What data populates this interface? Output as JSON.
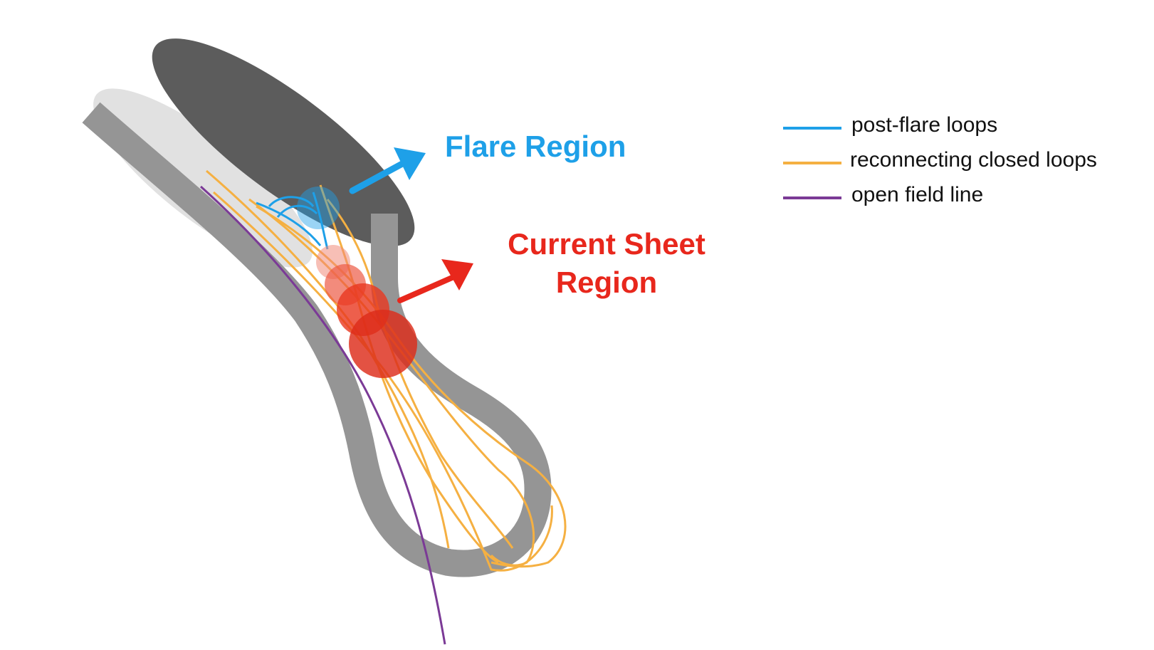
{
  "labels": {
    "flare_region": "Flare Region",
    "current_sheet_line1": "Current Sheet",
    "current_sheet_line2": "Region"
  },
  "legend": [
    {
      "label": "post-flare loops",
      "color": "#1ea0e8"
    },
    {
      "label": "reconnecting closed loops",
      "color": "#f5b042"
    },
    {
      "label": "open field line",
      "color": "#7b3a96"
    }
  ],
  "colors": {
    "flare": "#1ea0e8",
    "current_sheet": "#e8271c",
    "closed_loops": "#f5b042",
    "open_field": "#7b3a96",
    "flux_rope": "#959595",
    "dark_lobe": "#5c5c5c",
    "light_lobe": "#dcdcdc"
  }
}
